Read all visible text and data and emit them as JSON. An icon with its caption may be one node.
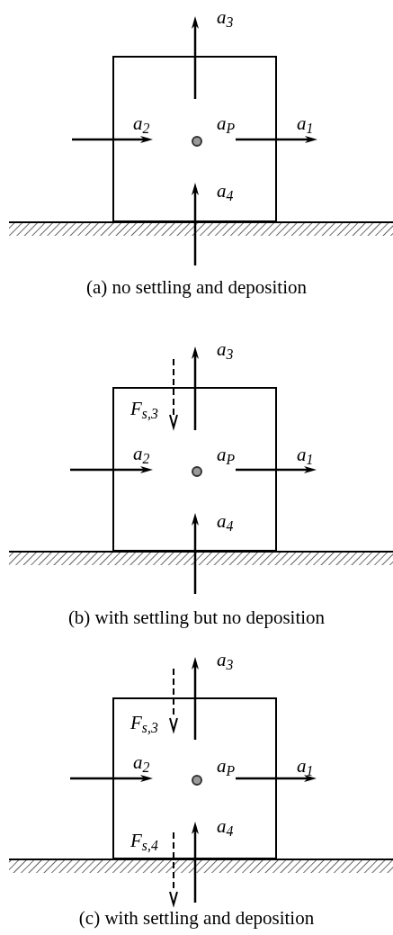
{
  "diagram": {
    "nodes": [
      {
        "text": [],
        "shape": "box"
      },
      {
        "text": [],
        "shape": "circle",
        "in": 0
      },
      {
        "text": [],
        "shape": "box"
      },
      {
        "text": [],
        "shape": "circle",
        "in": 2
      },
      {
        "text": [],
        "shape": "box"
      },
      {
        "text": [],
        "shape": "circle",
        "in": 4
      }
    ],
    "labels": [
      "a$_{3}$",
      "a$_{2}$",
      "a$_{P}$",
      "a$_{1}$",
      "a$_{4}$",
      "(a) no settling and deposition",
      "a$_{3}$",
      "F$_{s,3}$",
      "a$_{2}$",
      "a$_{P}$",
      "a$_{1}$",
      "a$_{4}$",
      "(b) with settling but no deposition",
      "a$_{3}$",
      "F$_{s,3}$",
      "a$_{2}$",
      "a$_{P}$",
      "a$_{1}$",
      "F$_{s,4}$",
      "a$_{4}$",
      "(c) with settling and deposition"
    ]
  }
}
